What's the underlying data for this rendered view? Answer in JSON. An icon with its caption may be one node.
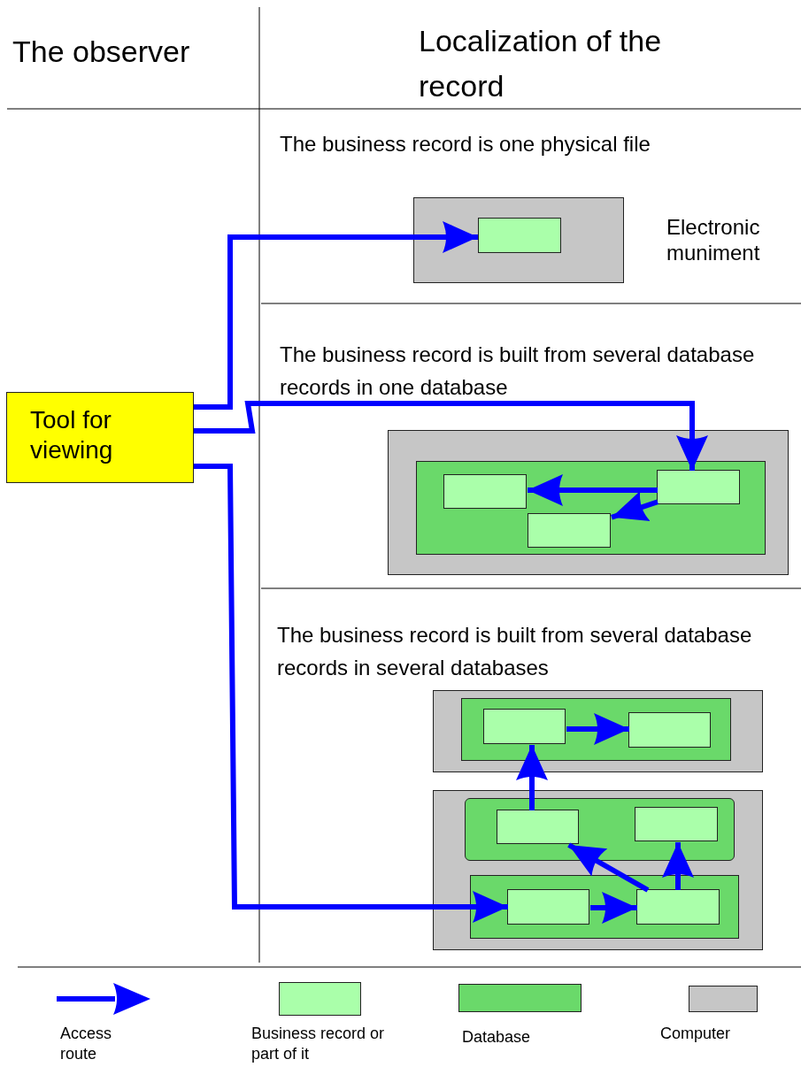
{
  "diagram": {
    "nodes": [
      {
        "text": [
          "Tool for viewing"
        ]
      },
      {
        "text": [],
        "shape": "box",
        "beside": [
          "Electronic muniment"
        ]
      },
      {
        "text": [],
        "shape": "box",
        "in": 1
      },
      {
        "text": [],
        "shape": "box"
      },
      {
        "text": [],
        "shape": "box",
        "in": 3
      },
      {
        "text": [],
        "shape": "box",
        "in": 4
      },
      {
        "text": [],
        "shape": "box",
        "in": 4
      },
      {
        "text": [],
        "shape": "box",
        "in": 4
      },
      {
        "text": [],
        "shape": "box"
      },
      {
        "text": [],
        "shape": "box",
        "in": 8
      },
      {
        "text": [],
        "shape": "box",
        "in": 9
      },
      {
        "text": [],
        "shape": "box",
        "in": 9
      },
      {
        "text": [],
        "shape": "box"
      },
      {
        "text": [],
        "shape": "box",
        "in": 12
      },
      {
        "text": [],
        "shape": "box",
        "in": 13
      },
      {
        "text": [],
        "shape": "box",
        "in": 13
      },
      {
        "text": [],
        "shape": "box",
        "in": 12
      },
      {
        "text": [],
        "shape": "box",
        "in": 16
      },
      {
        "text": [],
        "shape": "box",
        "in": 16
      }
    ],
    "edges": [
      {
        "from": 0,
        "to": 2,
        "arrow": "to"
      },
      {
        "from": 0,
        "to": 6,
        "arrow": "to"
      },
      {
        "from": 6,
        "to": 5,
        "arrow": "to"
      },
      {
        "from": 6,
        "to": 7,
        "arrow": "to"
      },
      {
        "from": 0,
        "to": 17,
        "arrow": "to"
      },
      {
        "from": 17,
        "to": 18,
        "arrow": "to"
      },
      {
        "from": 18,
        "to": 14,
        "arrow": "to"
      },
      {
        "from": 18,
        "to": 15,
        "arrow": "to"
      },
      {
        "from": 14,
        "to": 10,
        "arrow": "to"
      },
      {
        "from": 10,
        "to": 11,
        "arrow": "to"
      }
    ],
    "labels": [
      "The observer",
      "Localization of the record",
      "The business record is one physical file",
      "The business record is built from several database records in one database",
      "The business record is built from several database records in several databases"
    ],
    "legend": [
      {
        "text": "Access route"
      },
      {
        "text": "Business record or part of it",
        "color": "#aaffaa"
      },
      {
        "text": "Database",
        "color": "#6ad96a"
      },
      {
        "text": "Computer",
        "color": "#c6c6c6"
      }
    ]
  }
}
